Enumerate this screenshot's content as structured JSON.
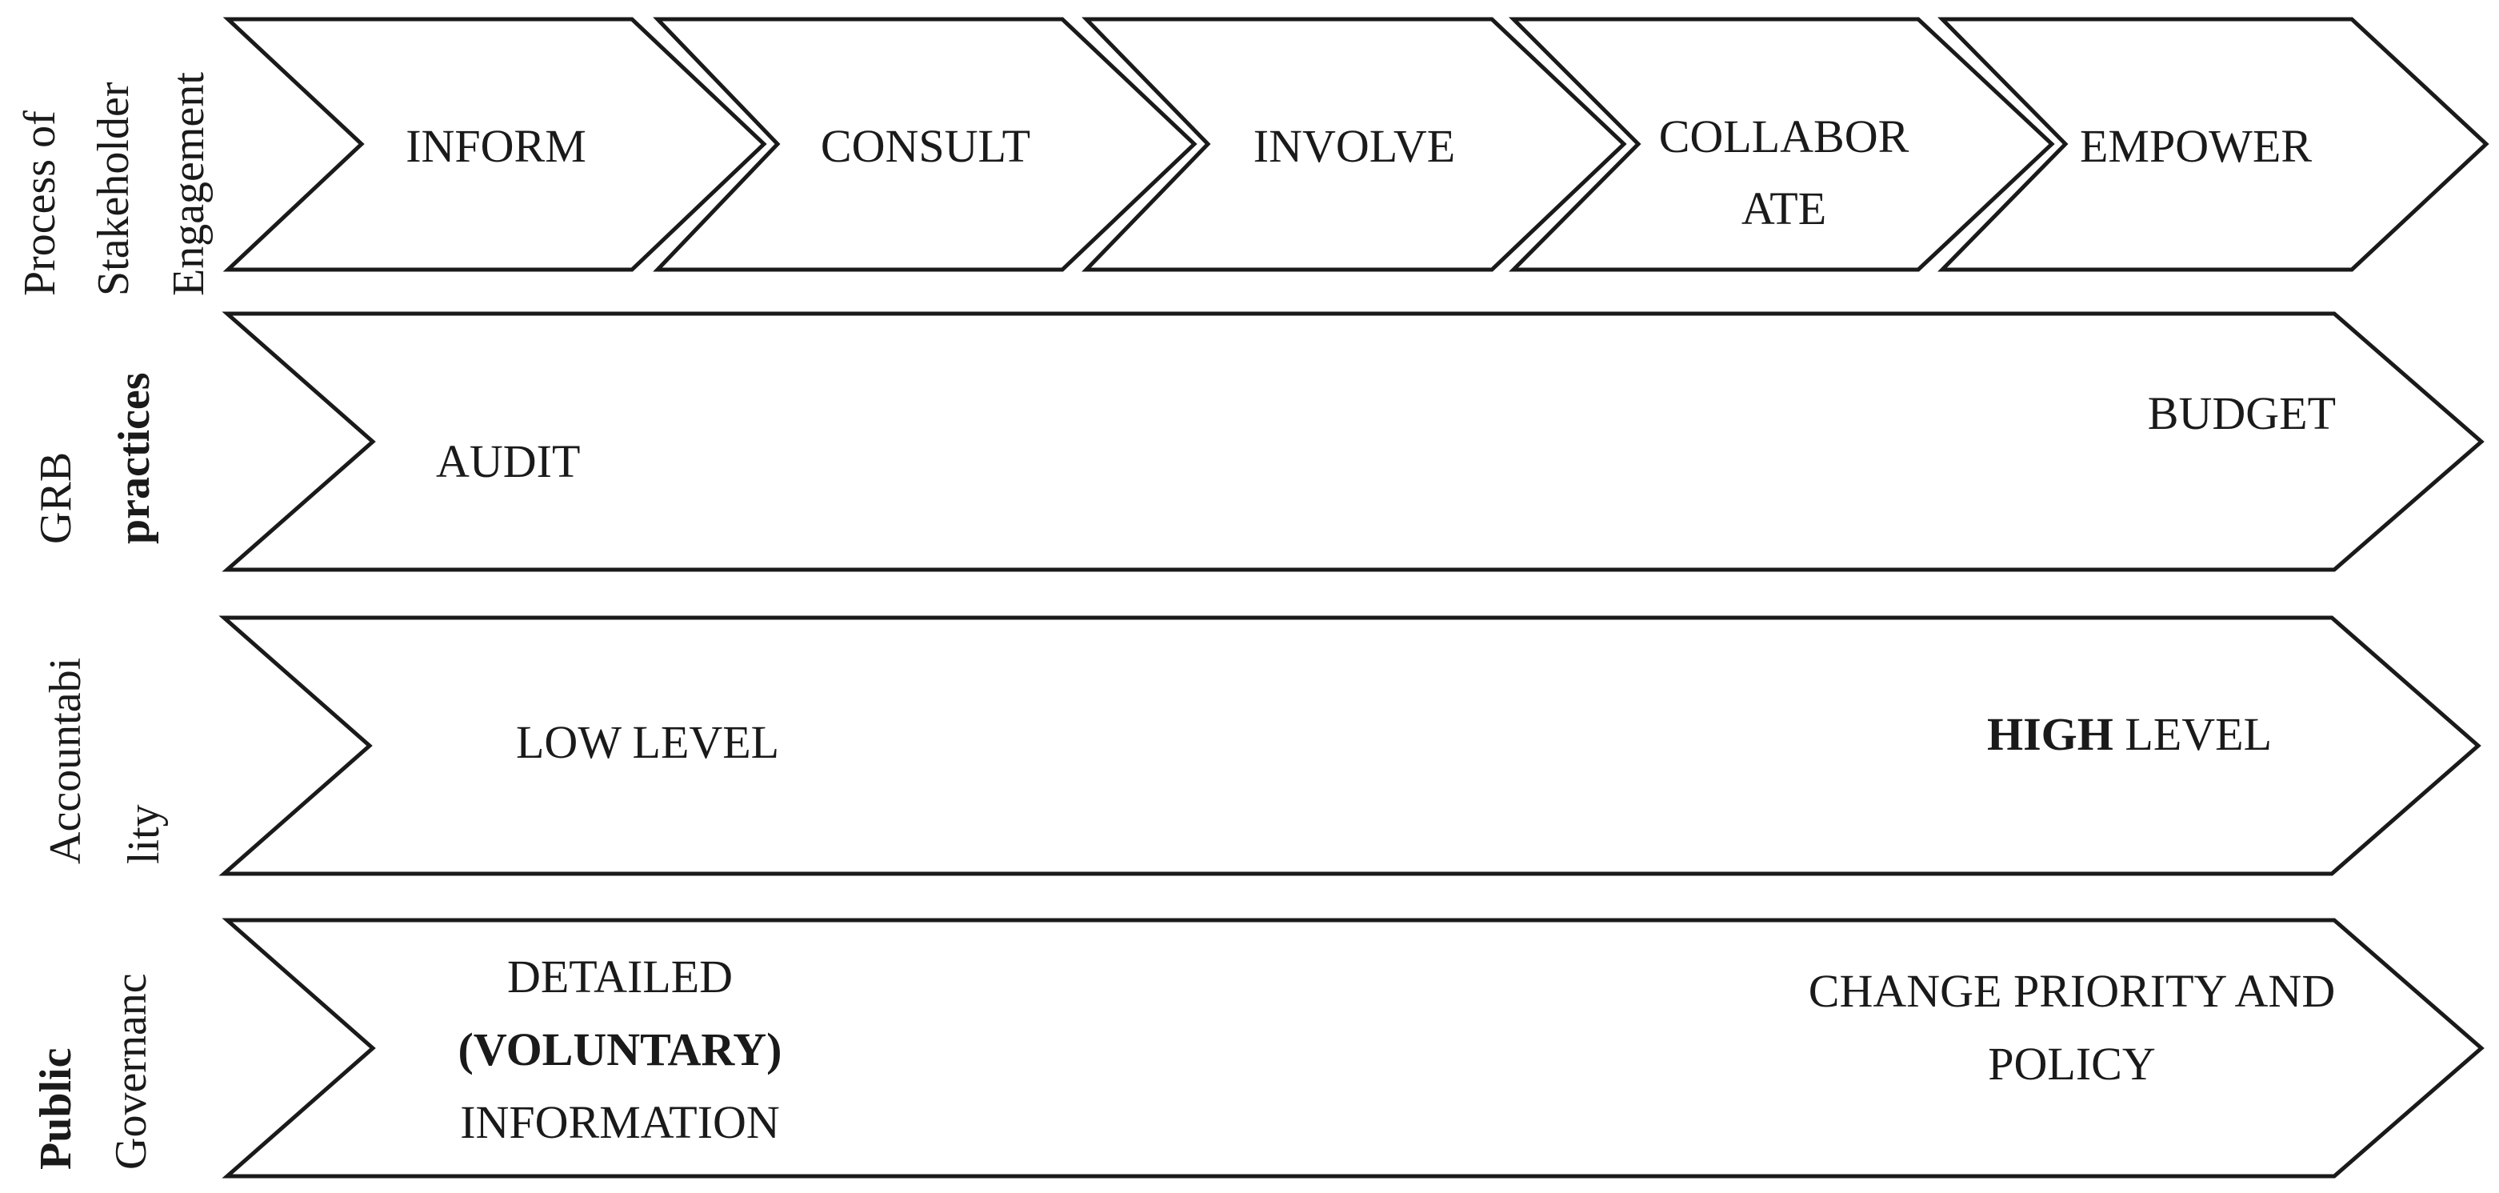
{
  "rows": {
    "engagement": {
      "side_label": {
        "line1": "Process of",
        "line2": "Stakeholder",
        "line3": "Engagement"
      },
      "steps": [
        {
          "lines": [
            "INFORM"
          ]
        },
        {
          "lines": [
            "CONSULT"
          ]
        },
        {
          "lines": [
            "INVOLVE"
          ]
        },
        {
          "lines": [
            "COLLABOR",
            "ATE"
          ]
        },
        {
          "lines": [
            "EMPOWER"
          ]
        }
      ]
    },
    "grb": {
      "side_label": {
        "line1": "GRB",
        "line2": "practices"
      },
      "left": "AUDIT",
      "right": "BUDGET"
    },
    "accountability": {
      "side_label": {
        "line1": "Accountabi",
        "line2": "lity"
      },
      "left": "LOW LEVEL",
      "right_bold": "HIGH",
      "right_rest": " LEVEL"
    },
    "governance": {
      "side_label": {
        "line1": "Public",
        "line2": "Governanc"
      },
      "left": {
        "line1": "DETAILED",
        "line2": "(VOLUNTARY)",
        "line3": "INFORMATION"
      },
      "right": {
        "line1": "CHANGE PRIORITY AND",
        "line2": "POLICY"
      }
    }
  },
  "colors": {
    "stroke": "#1a1a1a",
    "fill": "#ffffff",
    "text": "#1a1a1a"
  }
}
